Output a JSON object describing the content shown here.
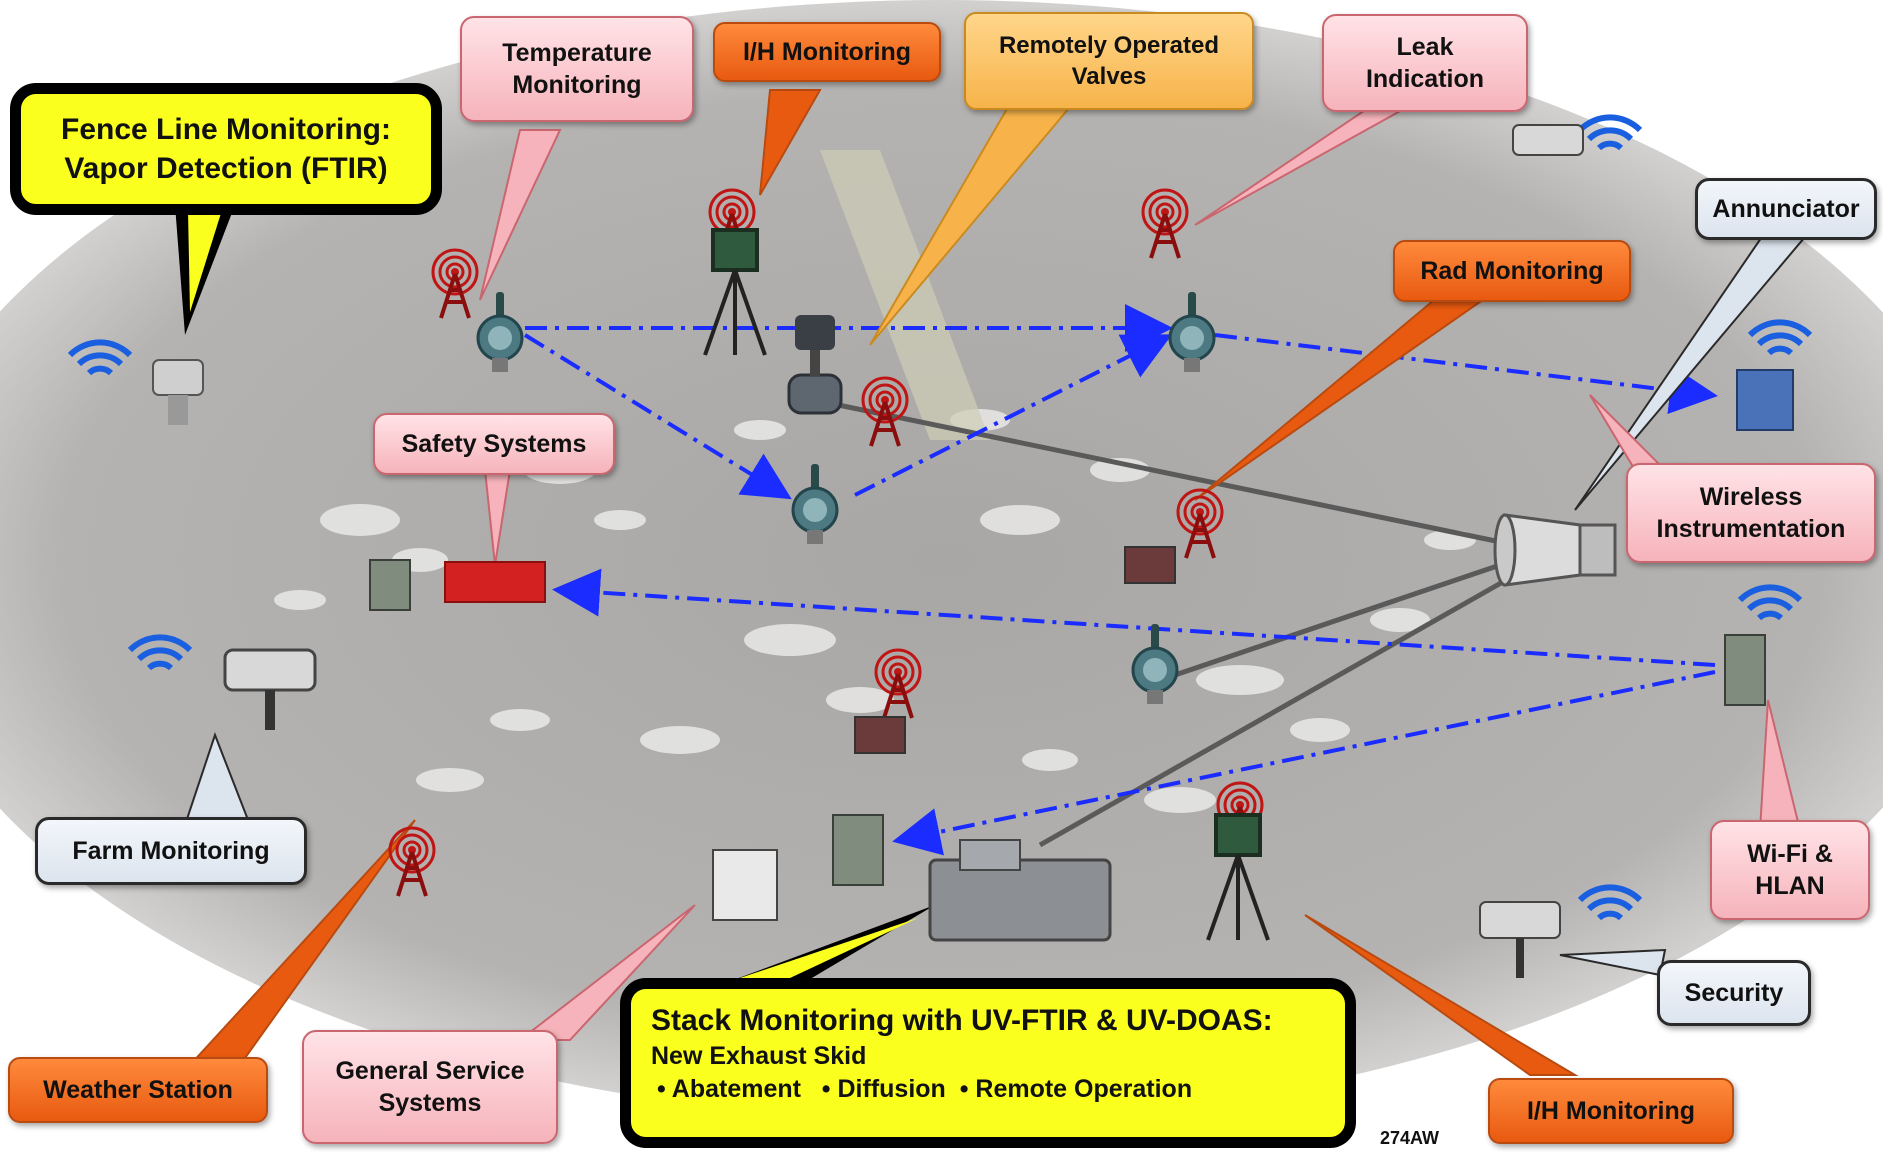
{
  "callouts": {
    "fence_line": {
      "line1": "Fence Line Monitoring:",
      "line2": "Vapor Detection (FTIR)"
    },
    "temperature": {
      "line1": "Temperature",
      "line2": "Monitoring"
    },
    "ih_top": {
      "text": "I/H Monitoring"
    },
    "valves": {
      "line1": "Remotely Operated",
      "line2": "Valves"
    },
    "leak": {
      "line1": "Leak",
      "line2": "Indication"
    },
    "annunciator": {
      "text": "Annunciator"
    },
    "rad": {
      "text": "Rad Monitoring"
    },
    "safety": {
      "text": "Safety Systems"
    },
    "wireless": {
      "line1": "Wireless",
      "line2": "Instrumentation"
    },
    "wifi": {
      "line1": "Wi-Fi &",
      "line2": "HLAN"
    },
    "farm": {
      "text": "Farm Monitoring"
    },
    "security": {
      "text": "Security"
    },
    "weather": {
      "text": "Weather Station"
    },
    "general": {
      "line1": "General Service",
      "line2": "Systems"
    },
    "stack": {
      "title": "Stack Monitoring with UV-FTIR & UV-DOAS:",
      "subtitle": "New Exhaust Skid",
      "items": "• Abatement   • Diffusion  • Remote Operation"
    },
    "ih_bottom": {
      "text": "I/H Monitoring"
    }
  },
  "figure_id": "274AW",
  "colors": {
    "pink_callout": "#f6b3bb",
    "orange_callout": "#e85a10",
    "light_orange_callout": "#f7b34a",
    "grey_callout": "#dce4ee",
    "yellow_callout": "#fbff1e",
    "link_line": "#1a2cff",
    "radio_tower": "#a01010",
    "wifi_signal": "#1a5fe0"
  },
  "icons": [
    "radio-tower-icon",
    "wifi-signal-icon",
    "transmitter-icon",
    "camera-icon",
    "horn-speaker-icon",
    "tripod-sampler-icon",
    "controller-icon",
    "valve-icon"
  ]
}
